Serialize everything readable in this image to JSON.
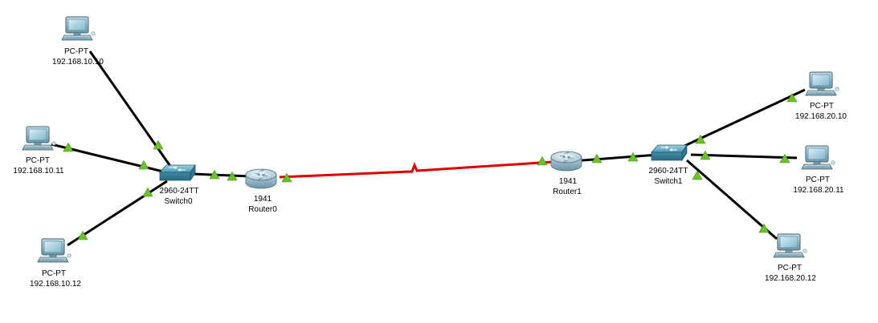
{
  "devices": {
    "pc0": {
      "model": "PC-PT",
      "ip": "192.168.10.10",
      "icon": "pc-icon"
    },
    "pc1": {
      "model": "PC-PT",
      "ip": "192.168.10.11",
      "icon": "pc-icon"
    },
    "pc2": {
      "model": "PC-PT",
      "ip": "192.168.10.12",
      "icon": "pc-icon"
    },
    "switch0": {
      "model": "2960-24TT",
      "name": "Switch0",
      "icon": "switch-icon"
    },
    "router0": {
      "model": "1941",
      "name": "Router0",
      "icon": "router-icon"
    },
    "router1": {
      "model": "1941",
      "name": "Router1",
      "icon": "router-icon"
    },
    "switch1": {
      "model": "2960-24TT",
      "name": "Switch1",
      "icon": "switch-icon"
    },
    "pc3": {
      "model": "PC-PT",
      "ip": "192.168.20.10",
      "icon": "pc-icon"
    },
    "pc4": {
      "model": "PC-PT",
      "ip": "192.168.20.11",
      "icon": "pc-icon"
    },
    "pc5": {
      "model": "PC-PT",
      "ip": "192.168.20.12",
      "icon": "pc-icon"
    }
  },
  "links": [
    {
      "from": "pc0",
      "to": "switch0",
      "type": "copper-straight"
    },
    {
      "from": "pc1",
      "to": "switch0",
      "type": "copper-straight"
    },
    {
      "from": "pc2",
      "to": "switch0",
      "type": "copper-straight"
    },
    {
      "from": "switch0",
      "to": "router0",
      "type": "copper-straight"
    },
    {
      "from": "router0",
      "to": "router1",
      "type": "serial"
    },
    {
      "from": "router1",
      "to": "switch1",
      "type": "copper-straight"
    },
    {
      "from": "switch1",
      "to": "pc3",
      "type": "copper-straight"
    },
    {
      "from": "switch1",
      "to": "pc4",
      "type": "copper-straight"
    },
    {
      "from": "switch1",
      "to": "pc5",
      "type": "copper-straight"
    }
  ],
  "colors": {
    "link": "#000000",
    "serial": "#e00000",
    "link_up": "#6fbf2a"
  }
}
